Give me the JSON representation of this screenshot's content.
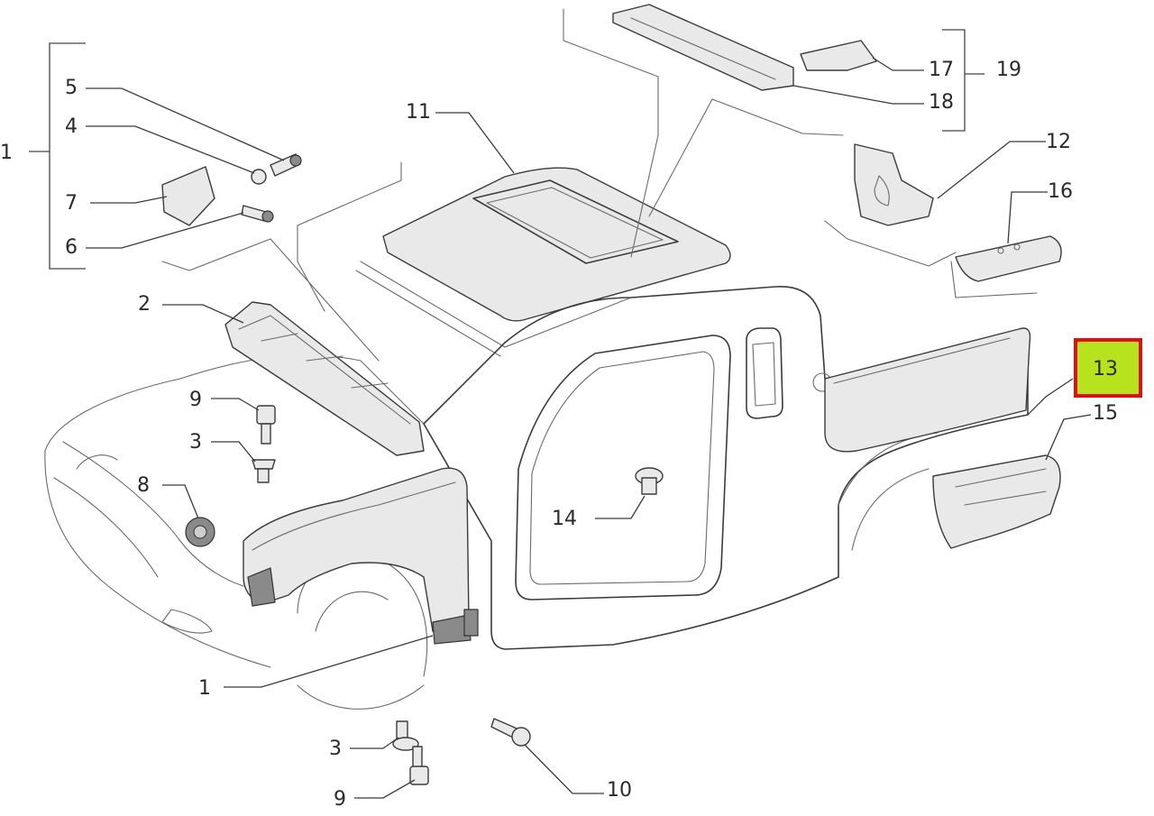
{
  "diagram": {
    "highlight_color": "#b7e31e",
    "highlight_border_color": "#e01010",
    "callouts": {
      "c1_top": "1",
      "c1_bottom": "1",
      "c2": "2",
      "c3_mid": "3",
      "c3_low": "3",
      "c4": "4",
      "c5": "5",
      "c6": "6",
      "c7": "7",
      "c8": "8",
      "c9_mid": "9",
      "c9_low": "9",
      "c10": "10",
      "c11": "11",
      "c12": "12",
      "c13": "13",
      "c14": "14",
      "c15": "15",
      "c16": "16",
      "c17": "17",
      "c18": "18",
      "c19": "19"
    }
  }
}
